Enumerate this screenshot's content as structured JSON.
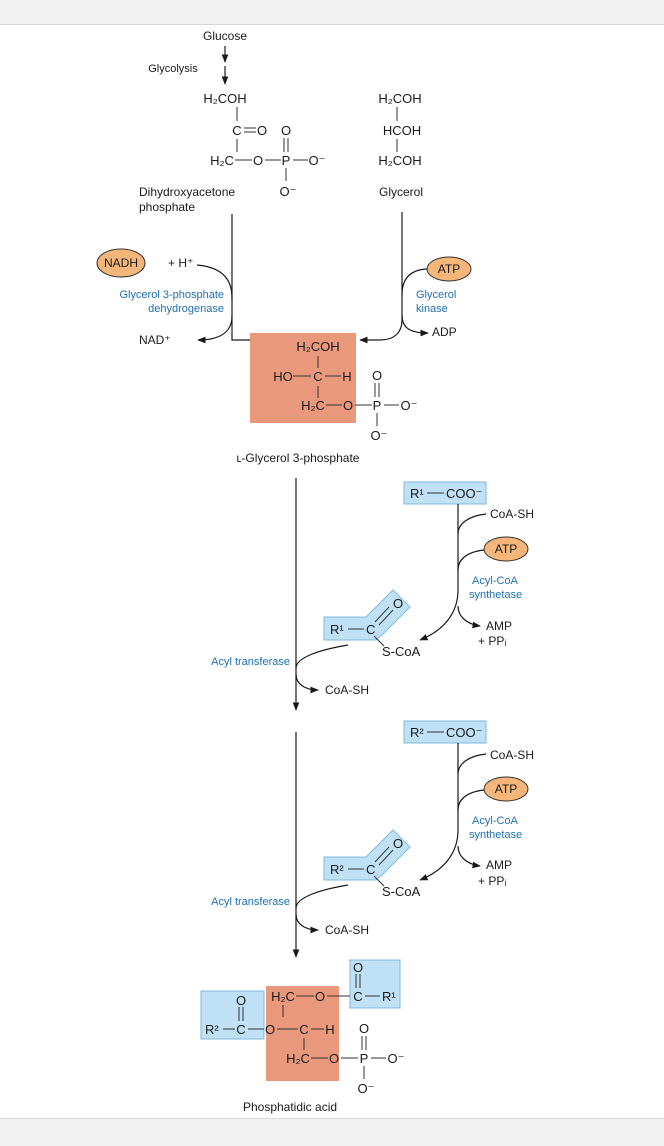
{
  "colors": {
    "salmon": "#e9987b",
    "light_blue": "#bfe0f5",
    "blue_border": "#7fb8dd",
    "orange": "#f5b67a",
    "label_blue": "#1f6fb5"
  },
  "top": {
    "glucose": "Glucose",
    "glycolysis": "Glycolysis"
  },
  "dhap": {
    "h2coh": "H₂COH",
    "c": "C",
    "o": "O",
    "h2c": "H₂C",
    "o_link": "O",
    "p": "P",
    "p_o_top": "O",
    "p_o_right": "O⁻",
    "p_o_bottom": "O⁻",
    "name_line1": "Dihydroxyacetone",
    "name_line2": "phosphate"
  },
  "glycerol": {
    "line1": "H₂COH",
    "line2": "HCOH",
    "line3": "H₂COH",
    "name": "Glycerol"
  },
  "left_enzyme": {
    "cofactor": "NADH",
    "plus_h": "+ H⁺",
    "name_line1": "Glycerol 3-phosphate",
    "name_line2": "dehydrogenase",
    "product": "NAD⁺"
  },
  "right_enzyme": {
    "cofactor": "ATP",
    "name_line1": "Glycerol",
    "name_line2": "kinase",
    "product": "ADP"
  },
  "g3p": {
    "h2coh": "H₂COH",
    "ho": "HO",
    "c": "C",
    "h": "H",
    "h2c": "H₂C",
    "o_link": "O",
    "p": "P",
    "p_o_top": "O",
    "p_o_right": "O⁻",
    "p_o_bottom": "O⁻",
    "name": "ʟ-Glycerol 3-phosphate"
  },
  "step1": {
    "acid_r": "R¹",
    "acid_coo": "COO⁻",
    "coa_sh_in": "CoA-SH",
    "atp": "ATP",
    "synthetase_line1": "Acyl-CoA",
    "synthetase_line2": "synthetase",
    "amp": "AMP",
    "ppi": "+ PPᵢ",
    "acyl_r": "R¹",
    "acyl_c": "C",
    "acyl_o": "O",
    "acyl_scoa": "S-CoA",
    "transferase": "Acyl transferase",
    "coa_sh_out": "CoA-SH"
  },
  "step2": {
    "acid_r": "R²",
    "acid_coo": "COO⁻",
    "coa_sh_in": "CoA-SH",
    "atp": "ATP",
    "synthetase_line1": "Acyl-CoA",
    "synthetase_line2": "synthetase",
    "amp": "AMP",
    "ppi": "+ PPᵢ",
    "acyl_r": "R²",
    "acyl_c": "C",
    "acyl_o": "O",
    "acyl_scoa": "S-CoA",
    "transferase": "Acyl transferase",
    "coa_sh_out": "CoA-SH"
  },
  "pa": {
    "h2c_top": "H₂C",
    "o1": "O",
    "c1": "C",
    "o1_top": "O",
    "r1": "R¹",
    "r2": "R²",
    "c2": "C",
    "o2_top": "O",
    "o2": "O",
    "c_mid": "C",
    "h": "H",
    "h2c_bot": "H₂C",
    "o3": "O",
    "p": "P",
    "p_o_top": "O",
    "p_o_right": "O⁻",
    "p_o_bottom": "O⁻",
    "name": "Phosphatidic acid"
  }
}
